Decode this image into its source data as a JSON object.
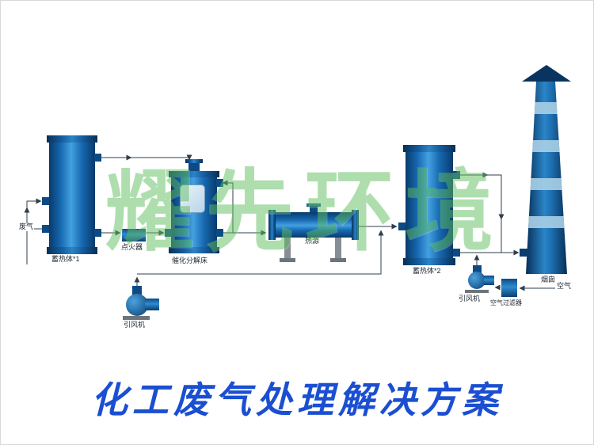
{
  "watermark": "耀先环境",
  "title": "化工废气处理解决方案",
  "labels": {
    "waste_gas": "废气",
    "regen1": "蓄热体*1",
    "igniter": "点火器",
    "catalytic_bed": "催化分解床",
    "heat_source": "热源",
    "regen2": "蓄热体*2",
    "chimney": "烟囱",
    "fan_left": "引风机",
    "fan_right": "引风机",
    "air_filter": "空气过滤器",
    "air": "空气"
  },
  "colors": {
    "vessel_blue_dark": "#0a3e72",
    "vessel_blue_mid": "#1668b0",
    "vessel_blue_light": "#44a0e0",
    "chimney_band_light": "#aacfe6",
    "watermark_green": "#5fbe5f",
    "title_blue": "#1b4fd1",
    "pipe_line": "#2f3e4c",
    "leg_gray": "#868d95"
  }
}
